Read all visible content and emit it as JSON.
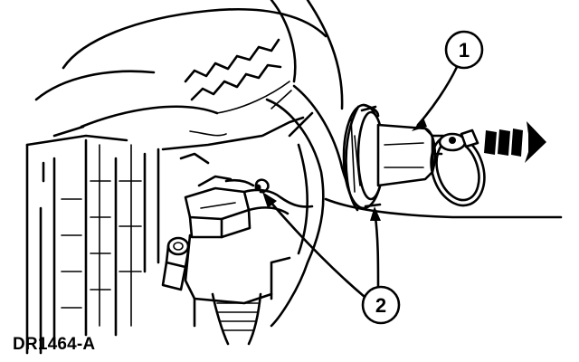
{
  "figure": {
    "id_label": "DR1464-A",
    "callouts": [
      {
        "number": "1"
      },
      {
        "number": "2"
      }
    ]
  }
}
